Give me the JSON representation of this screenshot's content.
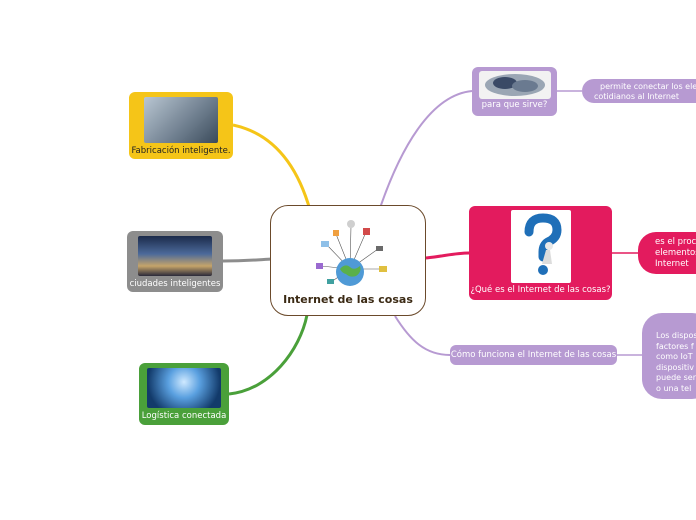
{
  "central": {
    "title": "Internet de las cosas"
  },
  "left_nodes": {
    "fabricacion": "Fabricación inteligente.",
    "ciudades": "ciudades inteligentes",
    "logistica": "Logística conectada"
  },
  "right_nodes": {
    "para": "para que sirve?",
    "que": "¿Qué es el Internet de las cosas?",
    "como": "Cómo funciona el Internet de las cosas"
  },
  "details": {
    "para": [
      "permite conectar los elementos",
      "cotidianos al Internet"
    ],
    "que": [
      "es el proceso",
      "elementos",
      "Internet"
    ],
    "como": [
      "Los dispositivos",
      "factores f",
      "como IoT",
      "dispositiv",
      "puede ser",
      "o una tel"
    ]
  },
  "colors": {
    "yellow": "#f5c518",
    "grey": "#8d8d8d",
    "green": "#4aa03a",
    "lavender": "#b79ad2",
    "magenta": "#e31b5e",
    "brown": "#6b4a2b"
  }
}
